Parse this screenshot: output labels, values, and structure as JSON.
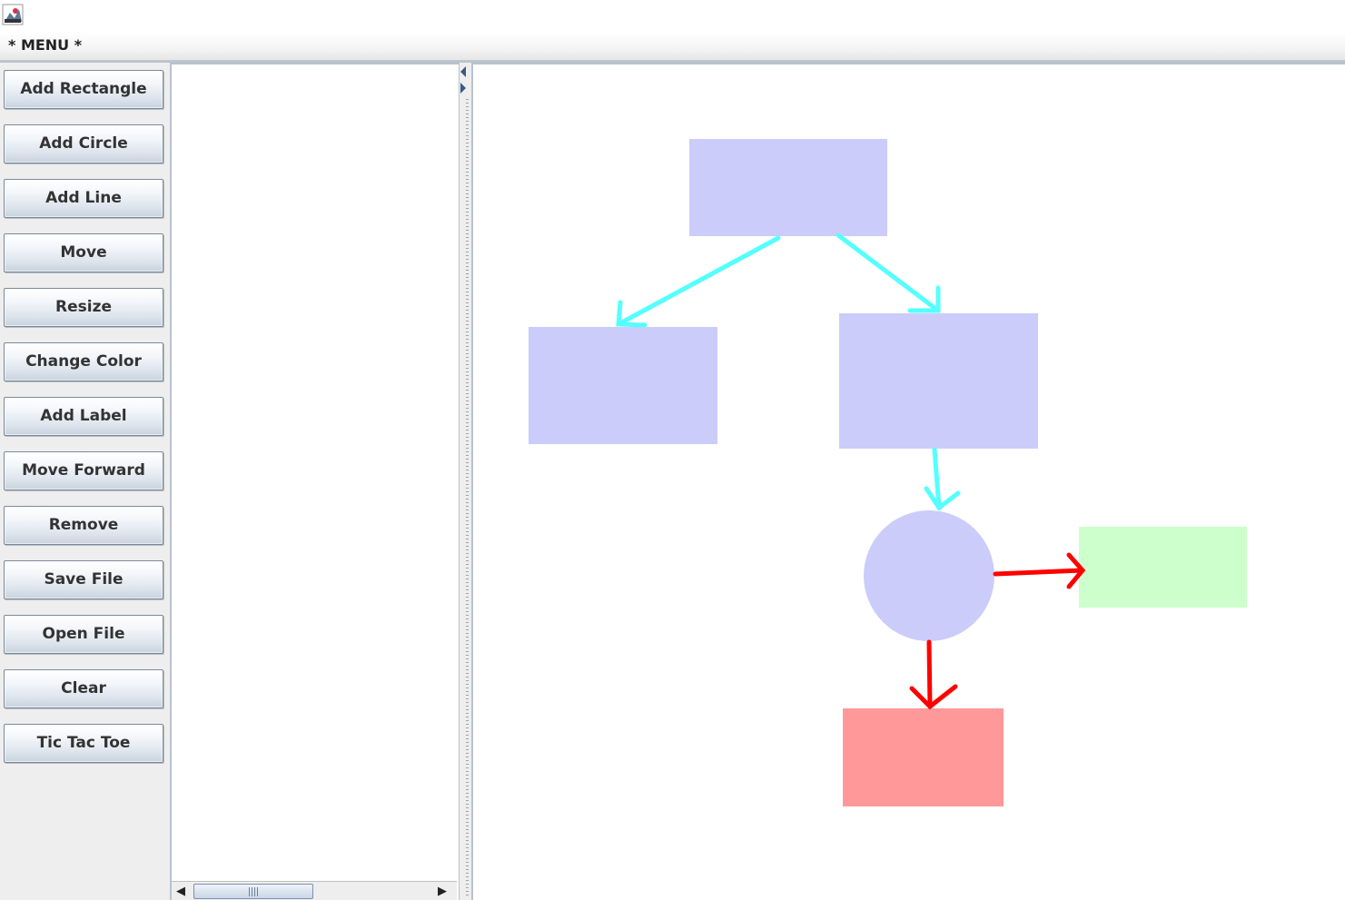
{
  "app": {
    "icon": "java-app-icon"
  },
  "menubar": {
    "label": "* MENU *"
  },
  "toolbar": {
    "buttons": [
      "Add Rectangle",
      "Add Circle",
      "Add Line",
      "Move",
      "Resize",
      "Change Color",
      "Add Label",
      "Move Forward",
      "Remove",
      "Save File",
      "Open File",
      "Clear",
      "Tic Tac Toe"
    ]
  },
  "shape_list": {
    "items": [],
    "scrollbar": {
      "left_arrow": "◀",
      "right_arrow": "▶"
    }
  },
  "canvas": {
    "shapes": [
      {
        "kind": "rectangle",
        "color": "#ccccfa"
      },
      {
        "kind": "rectangle",
        "color": "#ccccfa"
      },
      {
        "kind": "rectangle",
        "color": "#ccccfa"
      },
      {
        "kind": "circle",
        "color": "#ccccfa"
      },
      {
        "kind": "rectangle",
        "color": "#ccffcc"
      },
      {
        "kind": "rectangle",
        "color": "#ff9999"
      }
    ],
    "arrows": [
      {
        "color": "#55ffff"
      },
      {
        "color": "#55ffff"
      },
      {
        "color": "#55ffff"
      },
      {
        "color": "#ff0000"
      },
      {
        "color": "#ff0000"
      }
    ]
  }
}
